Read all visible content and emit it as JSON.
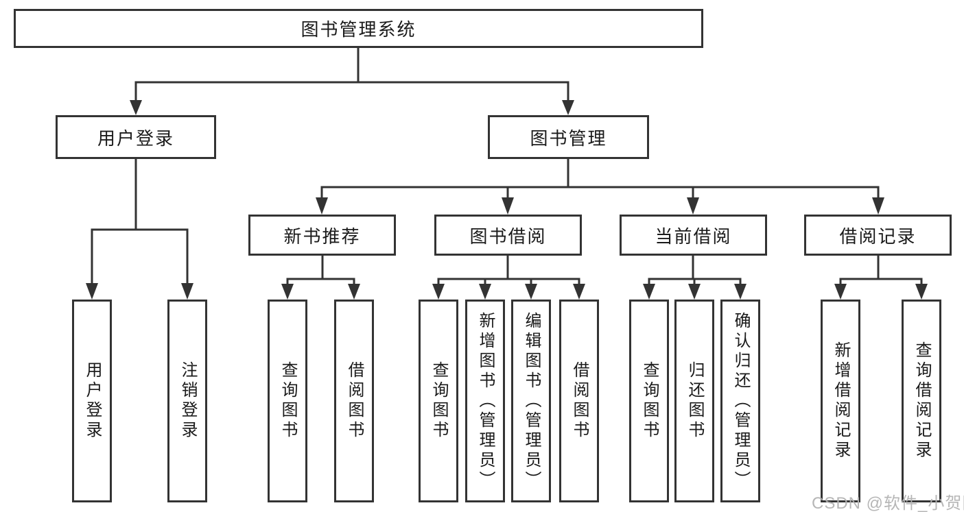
{
  "diagram": {
    "root": "图书管理系统",
    "branches": {
      "user": "用户登录",
      "books": "图书管理"
    },
    "modules": [
      "新书推荐",
      "图书借阅",
      "当前借阅",
      "借阅记录"
    ],
    "leaves": {
      "user": [
        "用户登录",
        "注销登录"
      ],
      "recommend": [
        "查询图书",
        "借阅图书"
      ],
      "borrow": [
        "查询图书",
        "新增图书（管理员）",
        "编辑图书（管理员）",
        "借阅图书"
      ],
      "current": [
        "查询图书",
        "归还图书",
        "确认归还（管理员）"
      ],
      "records": [
        "新增借阅记录",
        "查询借阅记录"
      ]
    },
    "colors": {
      "line": "#333333",
      "text": "#1a1a1a",
      "box_background": "#ffffff",
      "watermark": "#b2b2b2"
    },
    "watermark": "CSDN @软件_小贺同学"
  }
}
